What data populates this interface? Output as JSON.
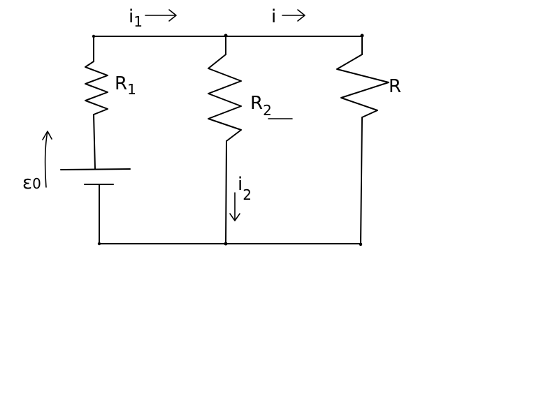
{
  "labels": {
    "i1_main": "i",
    "i1_sub": "1",
    "i_main": "i",
    "r1_main": "R",
    "r1_sub": "1",
    "r2_main": "R",
    "r2_sub": "2",
    "r_main": "R",
    "i2_main": "i",
    "i2_sub": "2",
    "emf_main": "ε",
    "emf_sub": "0"
  }
}
